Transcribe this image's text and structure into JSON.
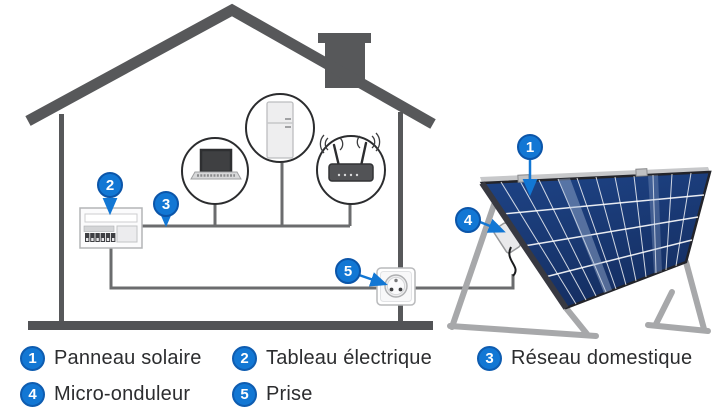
{
  "legend": {
    "items": [
      {
        "num": "1",
        "label": "Panneau solaire"
      },
      {
        "num": "2",
        "label": "Tableau électrique"
      },
      {
        "num": "3",
        "label": "Réseau domestique"
      },
      {
        "num": "4",
        "label": "Micro-onduleur"
      },
      {
        "num": "5",
        "label": "Prise"
      }
    ]
  },
  "colors": {
    "badge_blue": "#1277d4",
    "badge_ring": "#0b55a9",
    "structure_gray": "#57585a",
    "wire_gray": "#6b6c6e",
    "panel_blue": "#1e4487",
    "panel_blue_dark": "#152f63",
    "stand_gray": "#a7a8aa"
  },
  "icons": {
    "diagram": [
      "house-icon",
      "solar-panel-icon",
      "micro-inverter-icon",
      "electrical-panel-icon",
      "power-outlet-icon",
      "laptop-icon",
      "fridge-icon",
      "wifi-router-icon"
    ]
  }
}
